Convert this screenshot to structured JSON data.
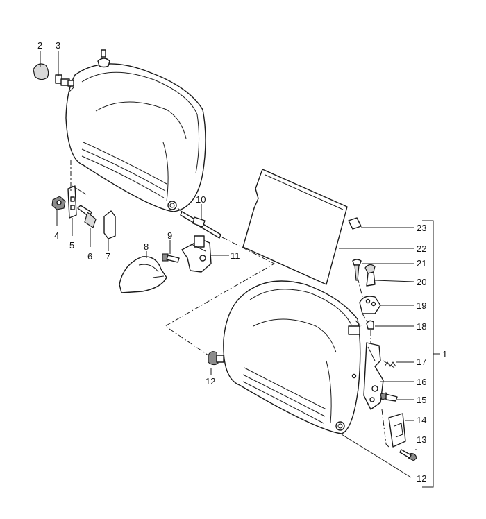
{
  "callouts": {
    "c1": "1",
    "c2": "2",
    "c3": "3",
    "c4": "4",
    "c5": "5",
    "c6": "6",
    "c7": "7",
    "c8": "8",
    "c9": "9",
    "c10": "10",
    "c11": "11",
    "c12a": "12",
    "c12b": "12",
    "c13": "13",
    "c14": "14",
    "c15": "15",
    "c16": "16",
    "c17": "17",
    "c18": "18",
    "c19": "19",
    "c20": "20",
    "c21": "21",
    "c22": "22",
    "c23": "23"
  }
}
